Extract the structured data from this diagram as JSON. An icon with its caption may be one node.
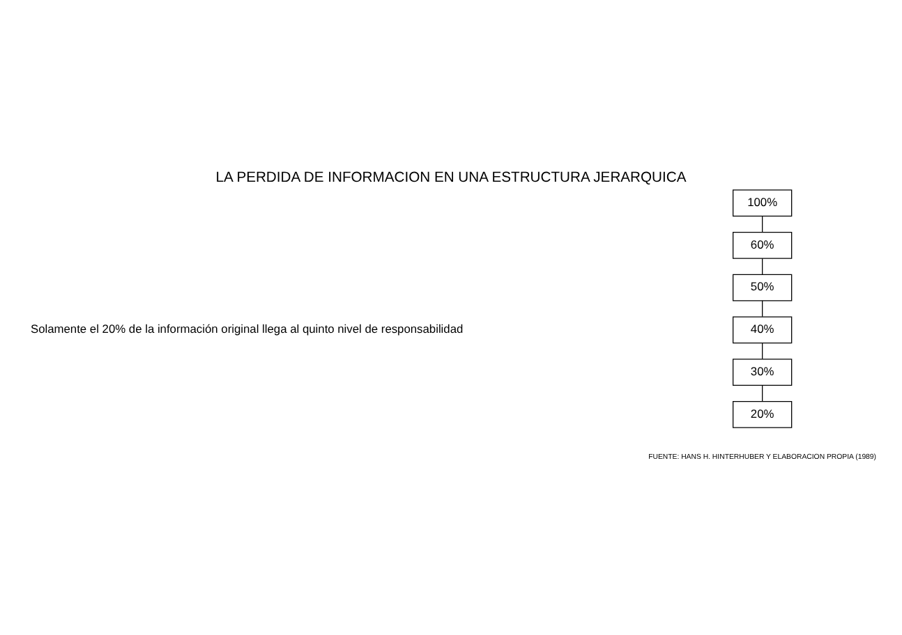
{
  "diagram": {
    "title": "LA PERDIDA DE INFORMACION EN UNA ESTRUCTURA JERARQUICA",
    "nodes": [
      {
        "text": [
          "100%"
        ]
      },
      {
        "text": [
          "60%"
        ]
      },
      {
        "text": [
          "50%"
        ]
      },
      {
        "text": [
          "40%"
        ]
      },
      {
        "text": [
          "30%"
        ]
      },
      {
        "text": [
          "20%"
        ]
      }
    ],
    "edges": [
      {
        "from": 0,
        "to": 1,
        "arrow": "none"
      },
      {
        "from": 1,
        "to": 2,
        "arrow": "none"
      },
      {
        "from": 2,
        "to": 3,
        "arrow": "none"
      },
      {
        "from": 3,
        "to": 4,
        "arrow": "none"
      },
      {
        "from": 4,
        "to": 5,
        "arrow": "none"
      }
    ],
    "labels": [
      "Solamente el 20% de la información original llega al quinto nivel de responsabilidad",
      "FUENTE: HANS H. HINTERHUBER Y ELABORACION PROPIA (1989)"
    ]
  }
}
